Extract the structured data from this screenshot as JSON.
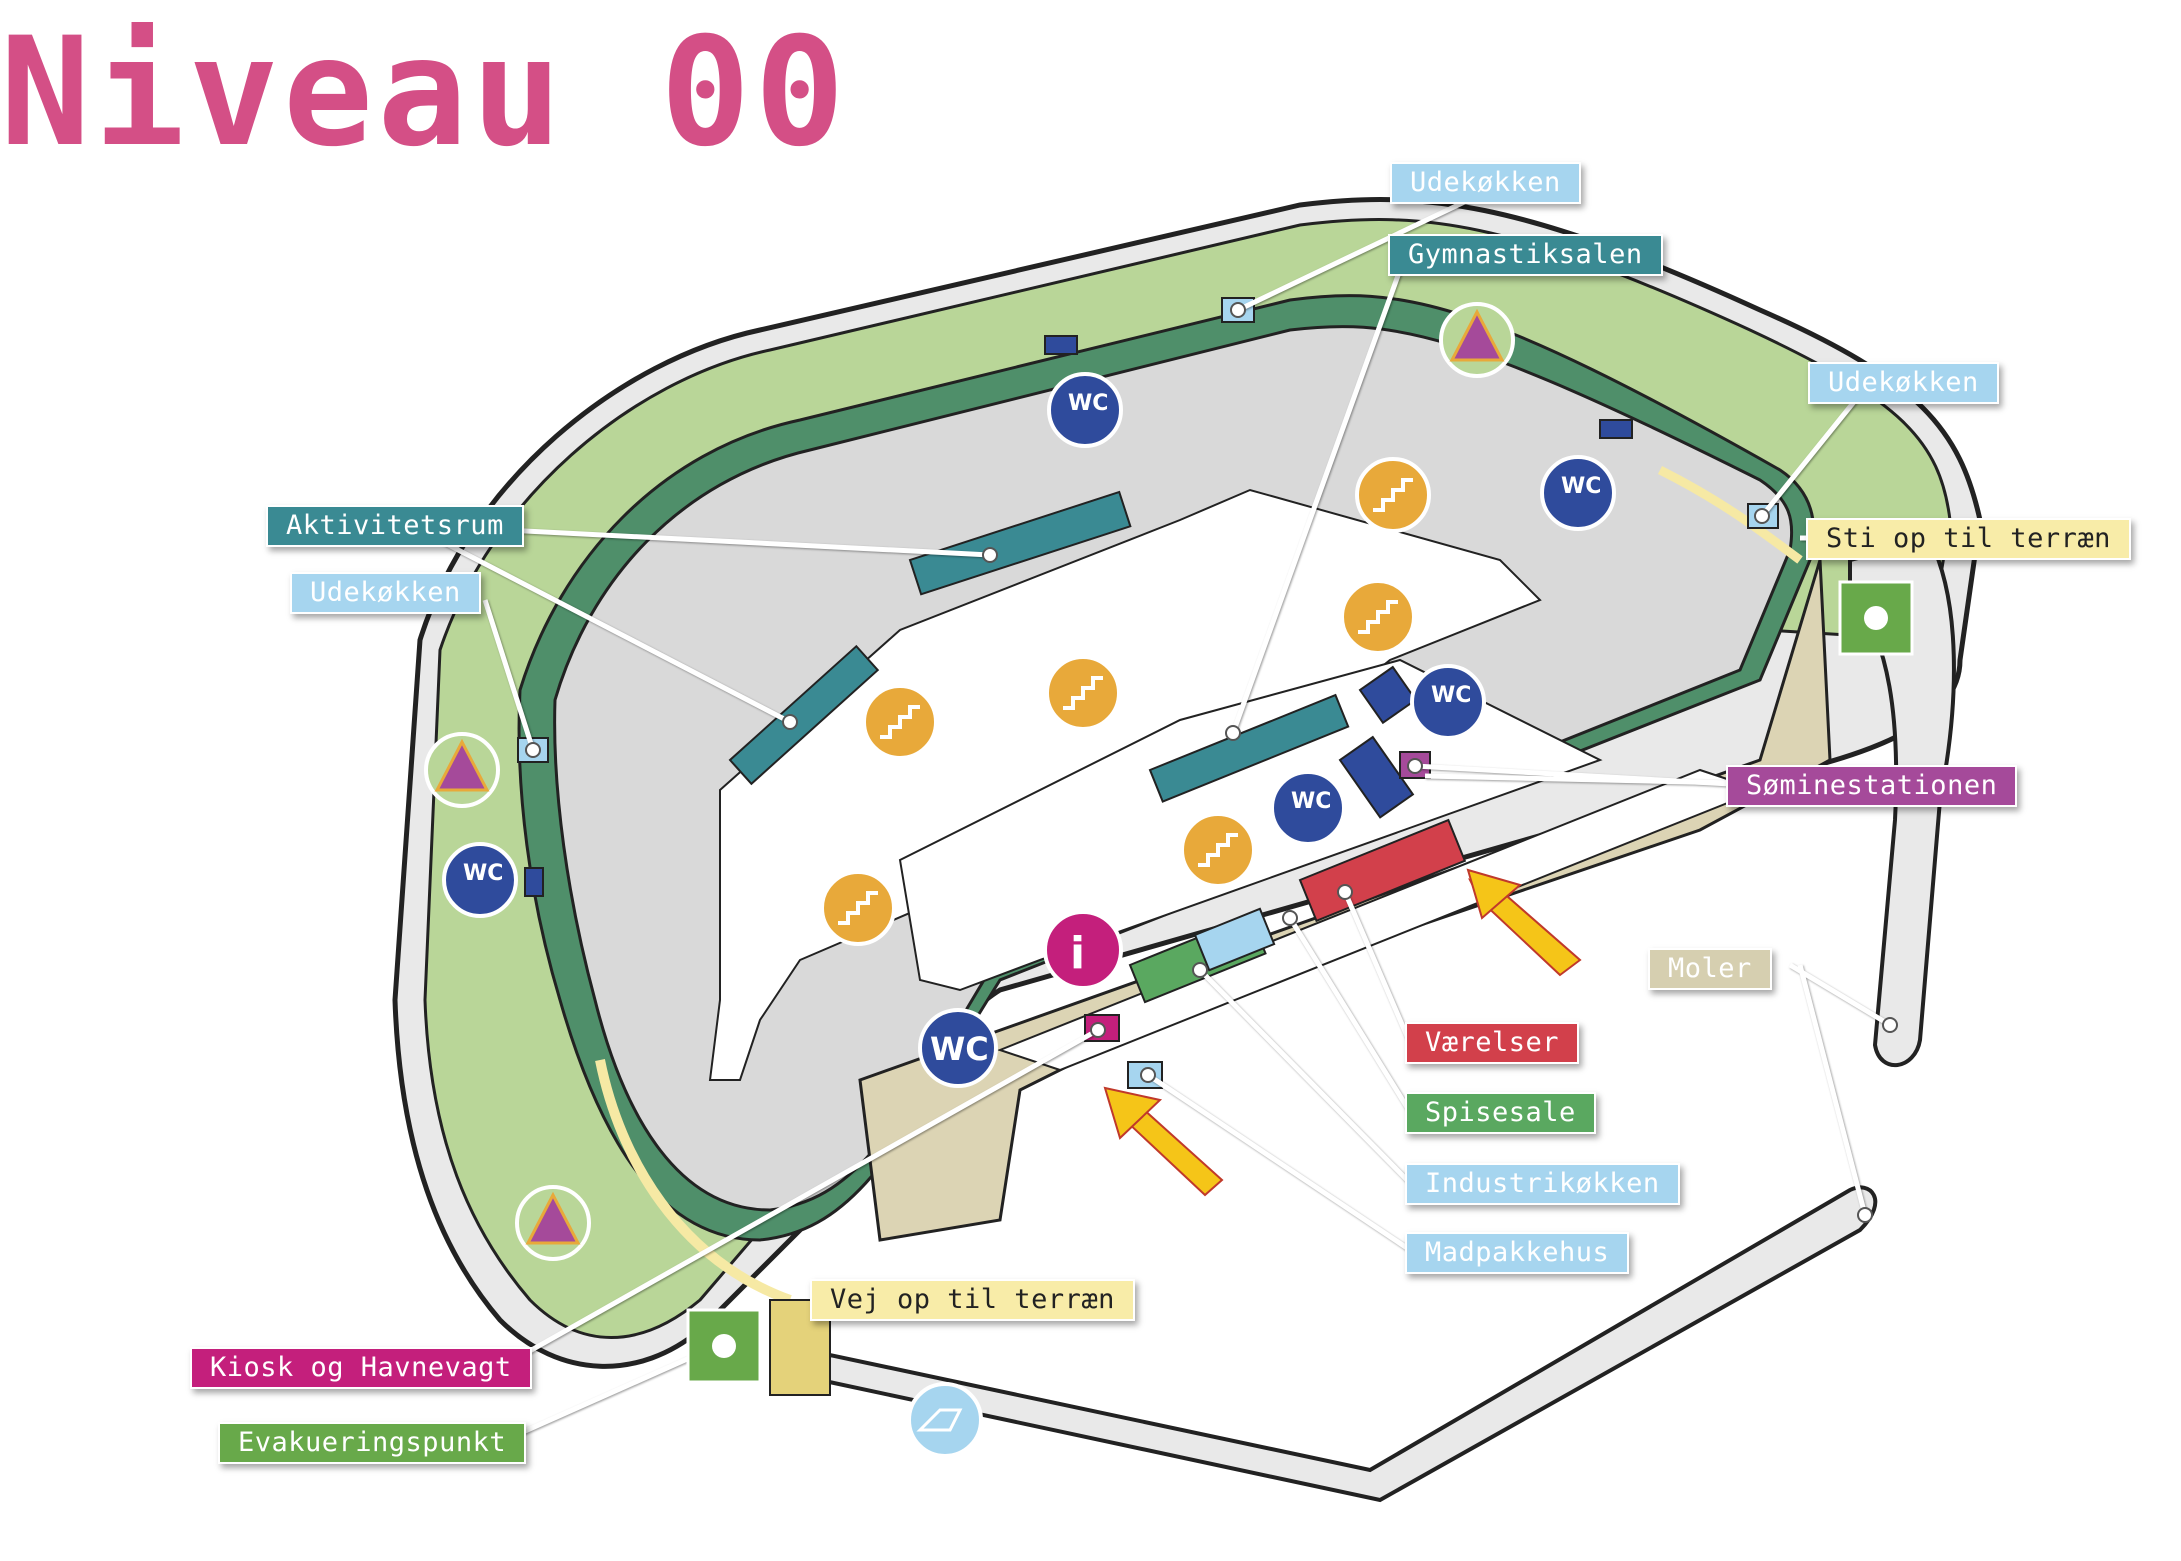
{
  "title": "Niveau 00",
  "labels": {
    "udekokken_top": "Udekøkken",
    "gymnastiksalen": "Gymnastiksalen",
    "udekokken_right": "Udekøkken",
    "sti_op": "Sti op til terræn",
    "aktivitetsrum": "Aktivitetsrum",
    "udekokken_left": "Udekøkken",
    "sominestationen": "Søminestationen",
    "moler": "Moler",
    "vaerelser": "Værelser",
    "spisesale": "Spisesale",
    "industrikokken": "Industrikøkken",
    "madpakkehus": "Madpakkehus",
    "vej_op": "Vej op til terræn",
    "kiosk": "Kiosk og Havnevagt",
    "evakuering": "Evakueringspunkt"
  },
  "icons": {
    "wc_label": "WC",
    "info_label": "i"
  },
  "colors": {
    "title": "#d44f86",
    "grass": "#b9d698",
    "ring": "#4f8f6a",
    "yard": "#d9d9d9",
    "quay": "#dcd4b4",
    "wc": "#2f4b9c",
    "stairs": "#e8a93a",
    "info": "#c41f7c",
    "rooms_red": "#d2404b",
    "rooms_green": "#5aa860",
    "rooms_light": "#a6d5ef",
    "rooms_teal": "#3a8a93"
  }
}
